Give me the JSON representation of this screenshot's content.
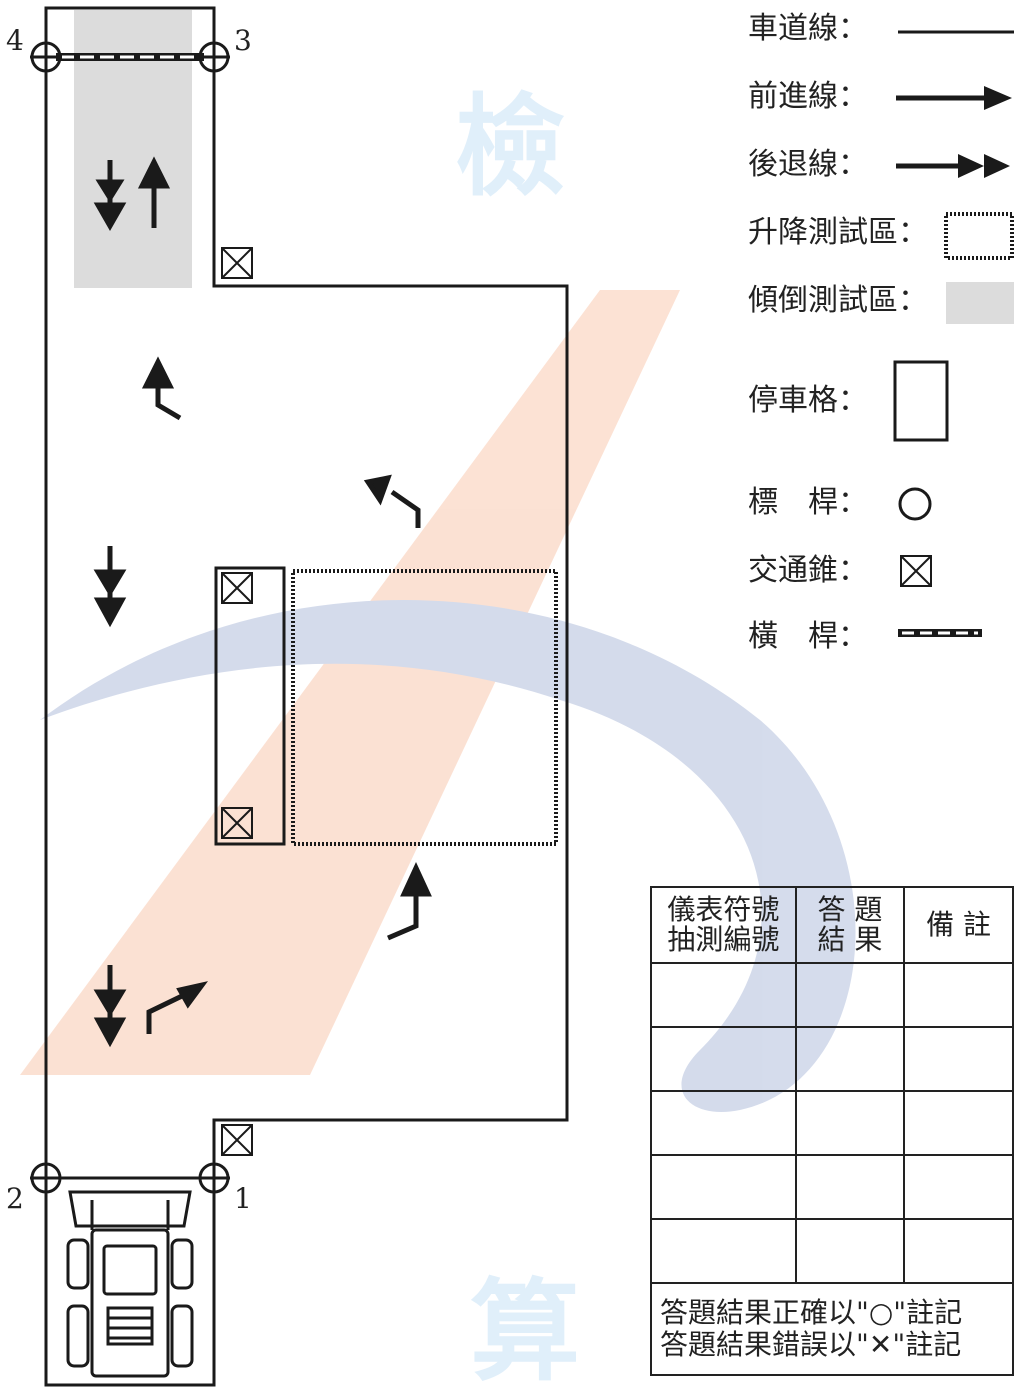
{
  "colors": {
    "line": "#1a1a1a",
    "tilt_zone": "#dcdcdc",
    "watermark_blue": "#3f5fa8",
    "watermark_orange": "#f07a3c"
  },
  "course": {
    "pole_labels": [
      "4",
      "3",
      "2",
      "1"
    ]
  },
  "legend": {
    "lane_line": "車道線：",
    "forward_line": "前進線：",
    "reverse_line": "後退線：",
    "lift_test_area": "升降測試區：",
    "tilt_test_area": "傾倒測試區：",
    "parking_space": "停車格：",
    "pole": "標　桿：",
    "traffic_cone": "交通錐：",
    "crossbar": "橫　桿："
  },
  "table": {
    "headers": [
      "儀表符號\n抽測編號",
      "答 題\n結 果",
      "備 註"
    ],
    "rows": [
      [
        "",
        "",
        ""
      ],
      [
        "",
        "",
        ""
      ],
      [
        "",
        "",
        ""
      ],
      [
        "",
        "",
        ""
      ],
      [
        "",
        "",
        ""
      ]
    ],
    "note": "答題結果正確以\"○\"註記\n答題結果錯誤以\"✕\"註記"
  },
  "icons": [
    "forklift-icon",
    "traffic-cone-icon",
    "pole-icon",
    "forward-arrow-icon",
    "reverse-arrow-icon"
  ]
}
